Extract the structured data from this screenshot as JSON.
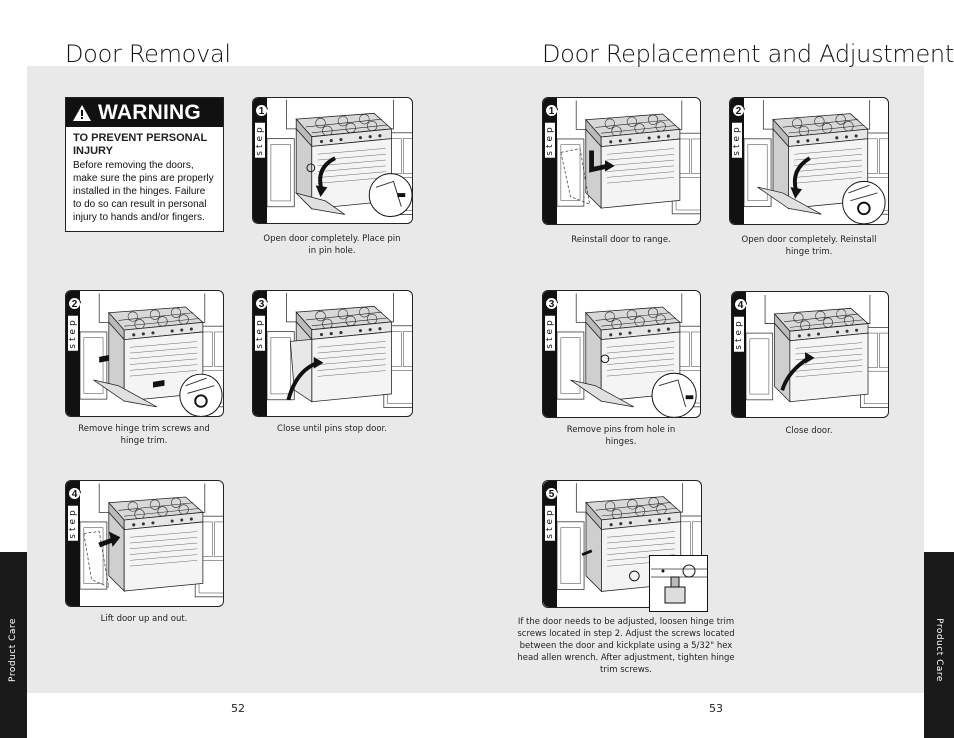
{
  "left_page": {
    "heading": "Door Removal",
    "warning": {
      "icon": "warning-triangle-icon",
      "title": "WARNING",
      "subtitle": "TO PREVENT PERSONAL INJURY",
      "body": "Before removing the doors, make sure the pins are properly installed in the hinges. Failure to do so can result in personal injury to hands and/or fingers."
    },
    "steps": [
      {
        "number": "1",
        "word": "step",
        "caption": "Open door completely. Place pin in pin hole."
      },
      {
        "number": "2",
        "word": "step",
        "caption": "Remove hinge trim screws and hinge trim."
      },
      {
        "number": "3",
        "word": "step",
        "caption": "Close until pins stop door."
      },
      {
        "number": "4",
        "word": "step",
        "caption": "Lift door up and out."
      }
    ],
    "page_number": "52",
    "side_tab": "Product Care"
  },
  "right_page": {
    "heading": "Door Replacement and Adjustment",
    "steps": [
      {
        "number": "1",
        "word": "step",
        "caption": "Reinstall door to range."
      },
      {
        "number": "2",
        "word": "step",
        "caption": "Open door completely. Reinstall hinge trim."
      },
      {
        "number": "3",
        "word": "step",
        "caption": "Remove pins from hole in hinges."
      },
      {
        "number": "4",
        "word": "step",
        "caption": "Close door."
      },
      {
        "number": "5",
        "word": "step",
        "caption": "If the door needs to be adjusted, loosen hinge trim screws located in step 2. Adjust the screws located between the door and kickplate using a 5/32\" hex head allen wrench. After adjustment, tighten hinge trim screws."
      }
    ],
    "page_number": "53",
    "side_tab": "Product Care"
  }
}
